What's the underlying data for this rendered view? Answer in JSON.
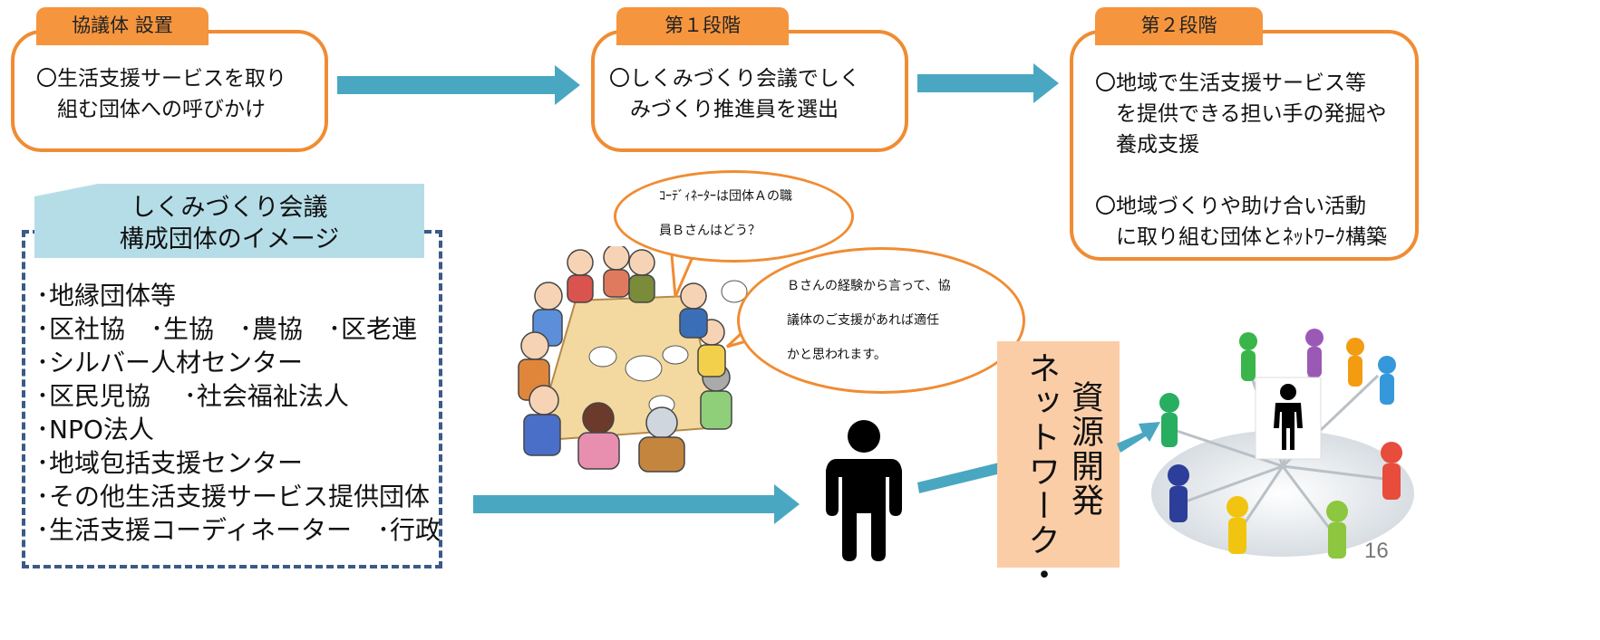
{
  "stages": [
    {
      "tab": "協議体 設置",
      "text": "〇生活支援サービスを取り\n　組む団体への呼びかけ"
    },
    {
      "tab": "第１段階",
      "text": "〇しくみづくり会議でしく\n　みづくり推進員を選出"
    },
    {
      "tab": "第２段階",
      "text": "〇地域で生活支援サービス等\n　を提供できる担い手の発掘や\n　養成支援\n\n〇地域づくりや助け合い活動\n　に取り組む団体とﾈｯﾄﾜｰｸ構築"
    }
  ],
  "members_panel": {
    "title_line1": "しくみづくり会議",
    "title_line2": "構成団体のイメージ",
    "items": [
      "･地縁団体等",
      "･区社協　･生協　･農協　･区老連",
      "･シルバー人材センター",
      "･区民児協　 ･社会福祉法人",
      "･NPO法人",
      "･地域包括支援センター",
      "･その他生活支援サービス提供団体",
      "･生活支援コーディネーター　･行政"
    ]
  },
  "bubbles": {
    "bubble1": "ｺｰﾃﾞｨﾈｰﾀｰは団体Ａの職\n員Ｂさんはどう？",
    "bubble2": "Ｂさんの経験から言って、協\n議体のご支援があれば適任\nかと思われます。"
  },
  "vertical_label": {
    "col_right": "資源開発",
    "col_left": "ネットワーク・"
  },
  "page_number": "16",
  "colors": {
    "orange": "#f08c33",
    "tab": "#f5953e",
    "arrow": "#4aa7c2",
    "panel_header": "#b5dde8",
    "dash": "#3b5a86",
    "label_bg": "#fbcda6"
  },
  "icons": [
    "person-icon",
    "network-people-icon",
    "meeting-illustration"
  ]
}
